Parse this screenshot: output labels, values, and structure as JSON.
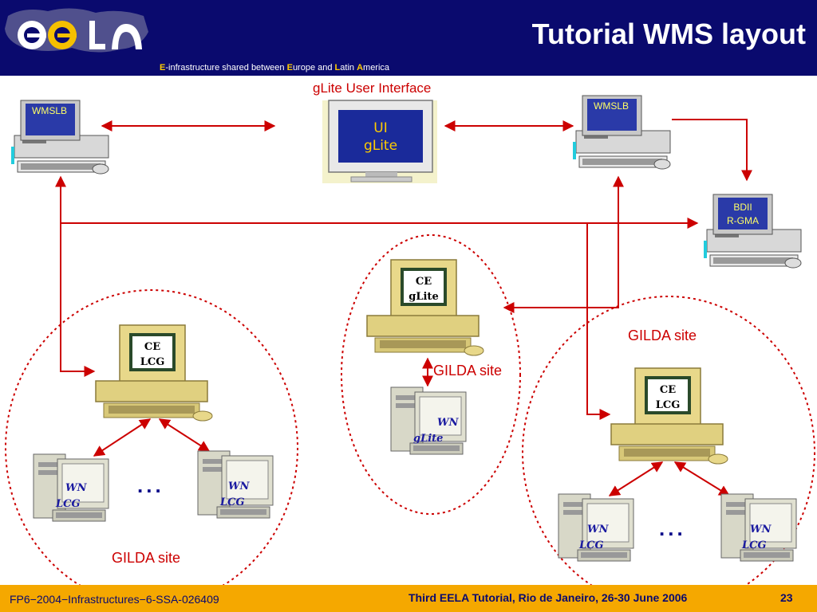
{
  "header": {
    "title": "Tutorial WMS layout",
    "tagline": [
      {
        "text": "E",
        "hl": true
      },
      {
        "text": "-infrastructure shared between ",
        "hl": false
      },
      {
        "text": "E",
        "hl": true
      },
      {
        "text": "urope and ",
        "hl": false
      },
      {
        "text": "L",
        "hl": true
      },
      {
        "text": "atin ",
        "hl": false
      },
      {
        "text": "A",
        "hl": true
      },
      {
        "text": "merica",
        "hl": false
      }
    ]
  },
  "footer": {
    "left": "FP6−2004−Infrastructures−6-SSA-026409",
    "center": "Third EELA Tutorial, Rio de Janeiro, 26-30 June 2006",
    "page": "23"
  },
  "diagram": {
    "ui_label": "gLite User Interface",
    "ui_screen": [
      "UI",
      "gLite"
    ],
    "wmslb_left": "WMSLB",
    "wmslb_right": "WMSLB",
    "bdii": [
      "BDII",
      "R-GMA"
    ],
    "ce_glite": [
      "CE",
      "gLite"
    ],
    "ce_lcg_left": [
      "CE",
      "LCG"
    ],
    "ce_lcg_right": [
      "CE",
      "LCG"
    ],
    "wn_glite": [
      "WN",
      "gLite"
    ],
    "wn_lcg_1": [
      "WN",
      "LCG"
    ],
    "wn_lcg_2": [
      "WN",
      "LCG"
    ],
    "wn_lcg_3": [
      "WN",
      "LCG"
    ],
    "wn_lcg_4": [
      "WN",
      "LCG"
    ],
    "site_label_left": "GILDA site",
    "site_label_middle": "GILDA site",
    "site_label_right": "GILDA site",
    "ellipsis": "...",
    "colors": {
      "arrow": "#cc0000",
      "header": "#0a0a6e",
      "footer": "#f5a800",
      "screen": "#1a2a9a"
    }
  }
}
